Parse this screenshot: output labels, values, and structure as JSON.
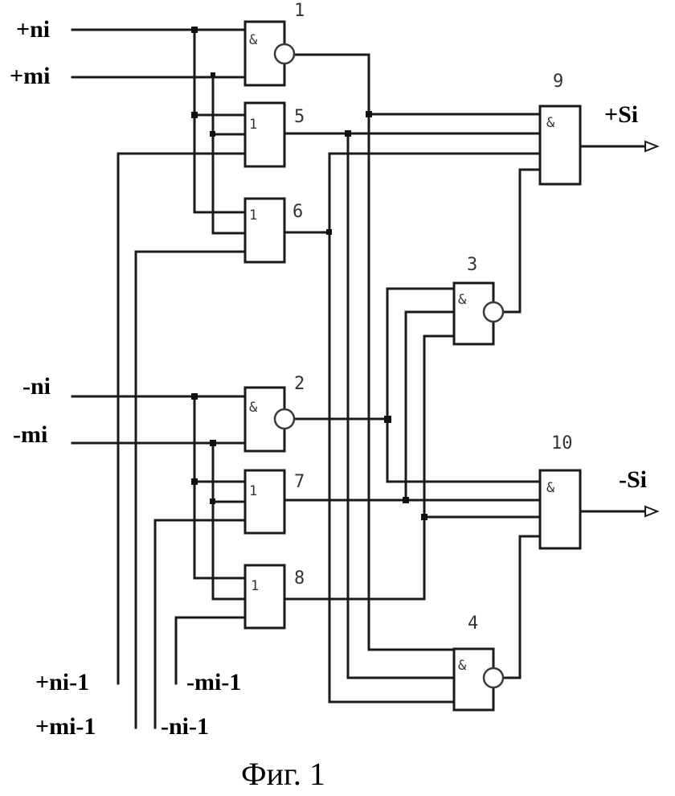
{
  "caption": "Фиг. 1",
  "inputs": {
    "plus_n": "+ni",
    "plus_m": "+mi",
    "minus_n": "-ni",
    "minus_m": "-mi",
    "plus_n_prev": "+ni-1",
    "plus_m_prev": "+mi-1",
    "minus_n_prev": "-ni-1",
    "minus_m_prev": "-mi-1"
  },
  "outputs": {
    "plus_s": "+Si",
    "minus_s": "-Si"
  },
  "gates": [
    {
      "id": "1",
      "symbol": "&",
      "inverted": true
    },
    {
      "id": "2",
      "symbol": "&",
      "inverted": true
    },
    {
      "id": "3",
      "symbol": "&",
      "inverted": true
    },
    {
      "id": "4",
      "symbol": "&",
      "inverted": true
    },
    {
      "id": "5",
      "symbol": "1",
      "inverted": false
    },
    {
      "id": "6",
      "symbol": "1",
      "inverted": false
    },
    {
      "id": "7",
      "symbol": "1",
      "inverted": false
    },
    {
      "id": "8",
      "symbol": "1",
      "inverted": false
    },
    {
      "id": "9",
      "symbol": "&",
      "inverted": false
    },
    {
      "id": "10",
      "symbol": "&",
      "inverted": false
    }
  ]
}
